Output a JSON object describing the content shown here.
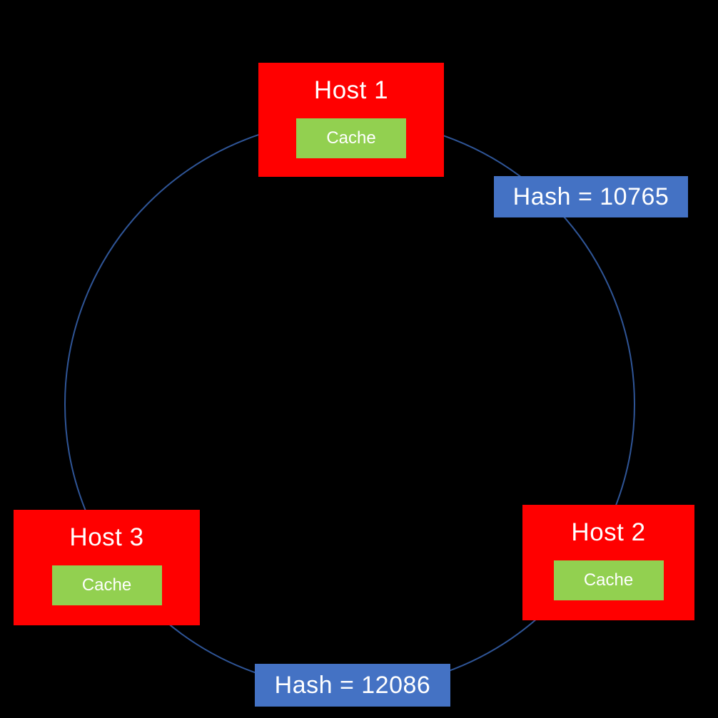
{
  "diagram": {
    "kind": "consistent-hashing-ring"
  },
  "colors": {
    "background": "#000000",
    "host_fill": "#FF0000",
    "cache_fill": "#92D050",
    "hash_fill": "#4472C4",
    "ring_stroke": "#2F5597",
    "text": "#FFFFFF"
  },
  "hosts": [
    {
      "label": "Host 1",
      "cache_label": "Cache"
    },
    {
      "label": "Host 2",
      "cache_label": "Cache"
    },
    {
      "label": "Host 3",
      "cache_label": "Cache"
    }
  ],
  "hash_labels": [
    {
      "text": "Hash = 10765"
    },
    {
      "text": "Hash = 12086"
    }
  ]
}
